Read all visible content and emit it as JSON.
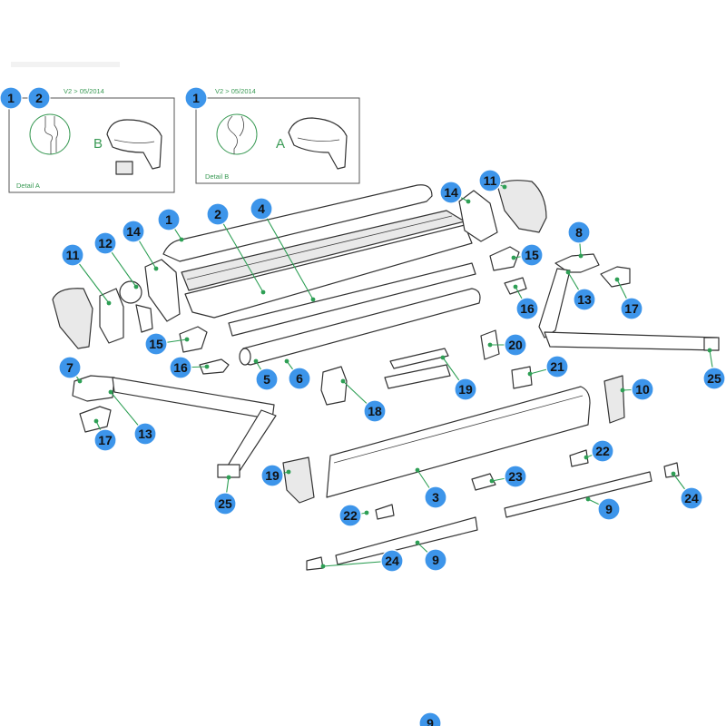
{
  "detail_a": {
    "version": "V2 > 05/2014",
    "label": "Detail A",
    "letter": "B",
    "callouts": [
      "1",
      "2"
    ]
  },
  "detail_b": {
    "version": "V2 > 05/2014",
    "label": "Detail B",
    "letter": "A",
    "callouts": [
      "1"
    ]
  },
  "callouts": [
    "1",
    "2",
    "4",
    "14",
    "11",
    "11",
    "12",
    "14",
    "8",
    "15",
    "13",
    "17",
    "16",
    "15",
    "16",
    "5",
    "6",
    "18",
    "19",
    "20",
    "21",
    "7",
    "13",
    "17",
    "10",
    "25",
    "25",
    "19",
    "3",
    "22",
    "23",
    "9",
    "22",
    "24",
    "24",
    "9",
    "9"
  ],
  "colors": {
    "bubble": "#3d95ea",
    "leader": "#2e9f55",
    "detail_text": "#3a9a55"
  }
}
